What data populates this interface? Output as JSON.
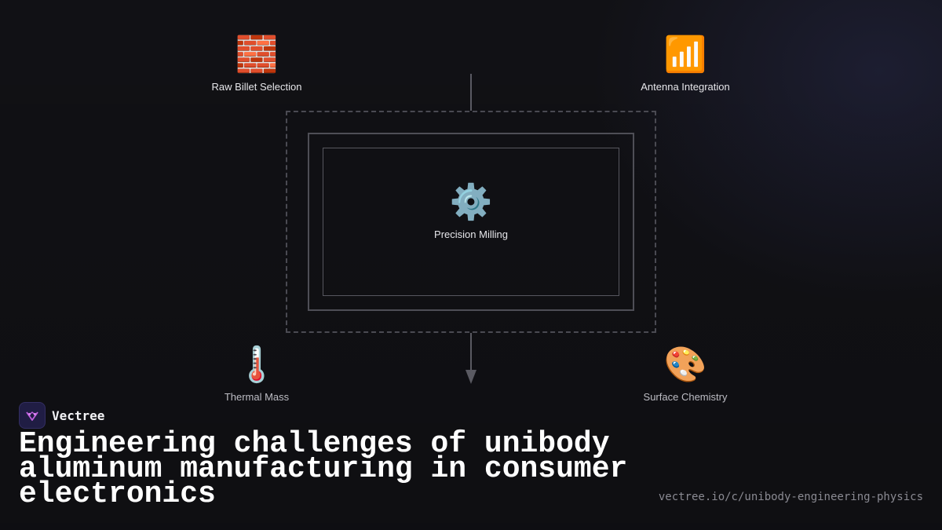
{
  "diagram": {
    "nodes": {
      "raw_billet": {
        "icon": "brick-icon",
        "glyph": "🧱",
        "label": "Raw Billet Selection"
      },
      "antenna": {
        "icon": "signal-bars-icon",
        "glyph": "📶",
        "label": "Antenna Integration"
      },
      "milling": {
        "icon": "gear-icon",
        "glyph": "⚙️",
        "label": "Precision Milling"
      },
      "thermal": {
        "icon": "thermometer-icon",
        "glyph": "🌡️",
        "label": "Thermal Mass"
      },
      "surface": {
        "icon": "palette-icon",
        "glyph": "🎨",
        "label": "Surface Chemistry"
      }
    }
  },
  "brand": {
    "name": "Vectree",
    "logo_color": "#201d44",
    "accent": "#c15fe0"
  },
  "headline": "Engineering challenges of unibody aluminum manufacturing in consumer electronics",
  "url": "vectree.io/c/unibody-engineering-physics",
  "colors": {
    "background": "#111115",
    "line": "#5a5a62"
  }
}
